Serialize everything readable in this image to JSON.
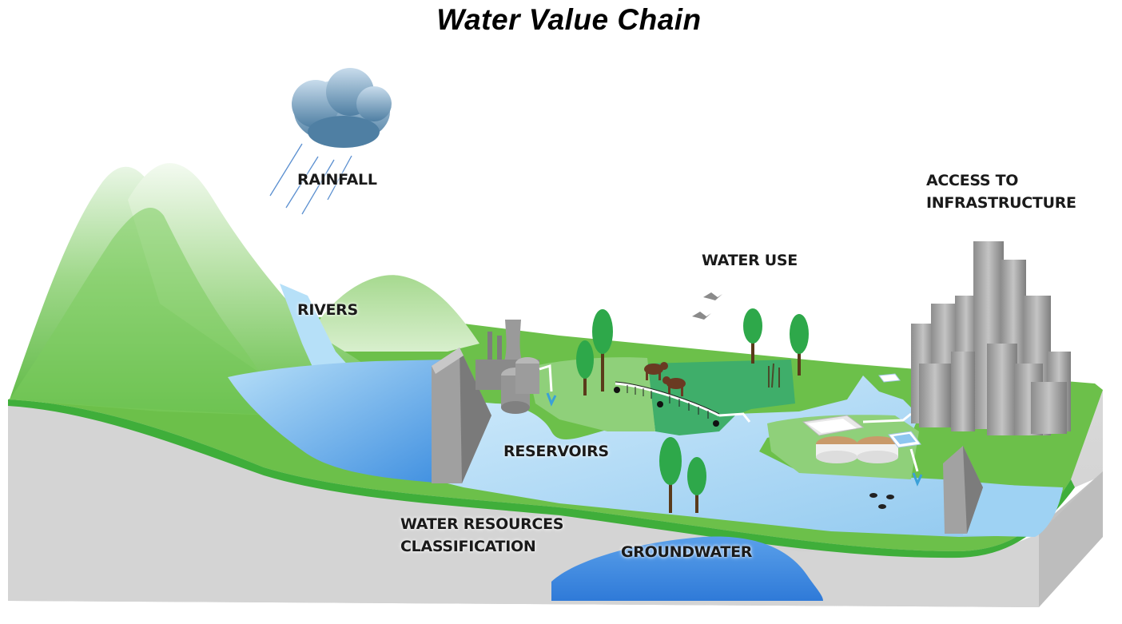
{
  "title": "Water Value Chain",
  "labels": {
    "rainfall": "RAINFALL",
    "rivers": "RIVERS",
    "reservoirs": "RESERVOIRS",
    "water_use": "WATER USE",
    "access_line1": "ACCESS TO",
    "access_line2": "INFRASTRUCTURE",
    "classification_line1": "WATER RESOURCES",
    "classification_line2": "CLASSIFICATION",
    "groundwater": "GROUNDWATER"
  },
  "colors": {
    "grass": "#6cc04a",
    "grass_dark": "#3f9f3a",
    "water": "#a9d8f5",
    "water_deep": "#4a8fe0",
    "soil": "#d6d6d6",
    "dam": "#9a9a9a",
    "city": "#a8a8a8",
    "cloud": "#5f8eb0",
    "rain": "#5a8fd0"
  }
}
